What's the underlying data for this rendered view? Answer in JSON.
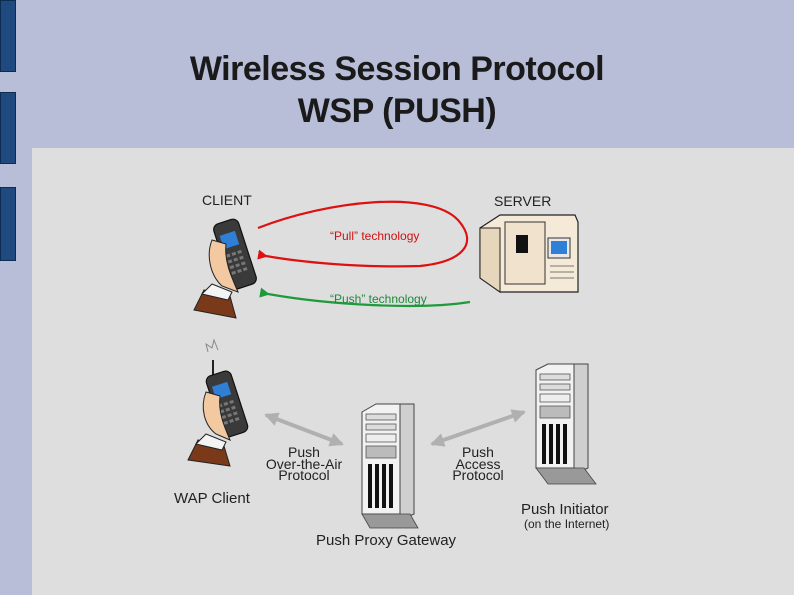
{
  "slide": {
    "title_line1": "Wireless Session Protocol",
    "title_line2": "WSP (PUSH)"
  },
  "diagram": {
    "client_label": "CLIENT",
    "server_label": "SERVER",
    "pull_label": "“Pull” technology",
    "push_label": "“Push” technology",
    "wap_client_label": "WAP Client",
    "ota_line1": "Push",
    "ota_line2": "Over-the-Air",
    "ota_line3": "Protocol",
    "access_line1": "Push",
    "access_line2": "Access",
    "access_line3": "Protocol",
    "gateway_label": "Push Proxy Gateway",
    "initiator_label": "Push Initiator",
    "initiator_sub": "(on the Internet)"
  },
  "colors": {
    "background": "#b8bdd8",
    "panel": "#dedede",
    "pull_arrow": "#dd1111",
    "push_arrow": "#1d9a3a",
    "protocol_arrow": "#b0b0b0"
  }
}
